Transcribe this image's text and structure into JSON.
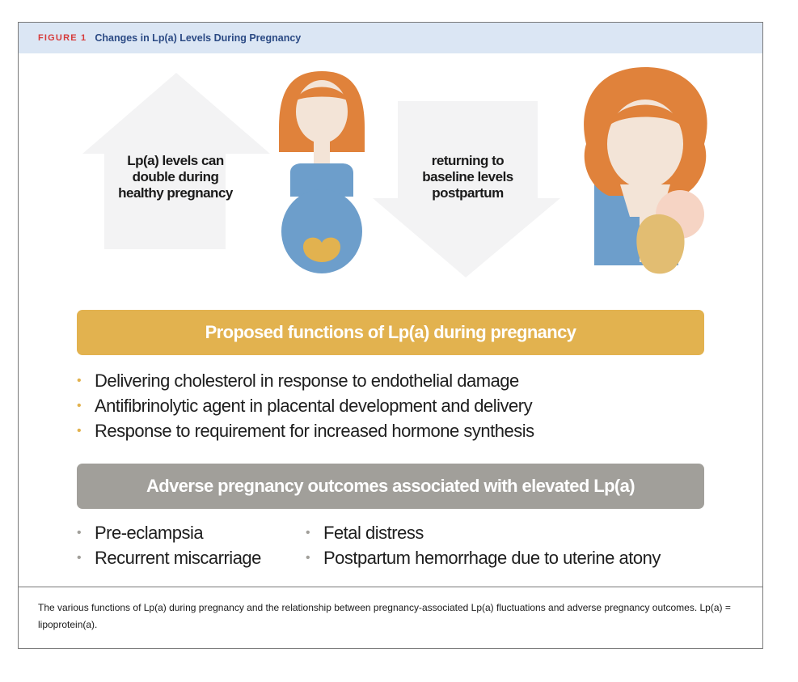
{
  "header": {
    "figure_label": "FIGURE 1",
    "title": "Changes in Lp(a) Levels During Pregnancy"
  },
  "arrows": {
    "up_lines": [
      "Lp(a) levels can",
      "double during",
      "healthy pregnancy"
    ],
    "down_lines": [
      "returning to",
      "baseline levels",
      "postpartum"
    ]
  },
  "functions": {
    "title": "Proposed functions of Lp(a) during pregnancy",
    "items": [
      "Delivering cholesterol in response to endothelial damage",
      "Antifibrinolytic agent in placental development and delivery",
      "Response to requirement for increased hormone synthesis"
    ]
  },
  "outcomes": {
    "title": "Adverse pregnancy outcomes associated with elevated Lp(a)",
    "left_items": [
      "Pre-eclampsia",
      "Recurrent miscarriage"
    ],
    "right_items": [
      "Fetal distress",
      "Postpartum hemorrhage due to uterine atony"
    ]
  },
  "caption": {
    "text": "The various functions of Lp(a) during pregnancy and the relationship between pregnancy-associated Lp(a) fluctuations and adverse pregnancy outcomes. Lp(a) = lipoprotein(a)."
  },
  "bullet_glyph": "•",
  "colors": {
    "gold": "#e2b24f",
    "gray": "#a19f9a",
    "hair": "#e0823b",
    "skin": "#f3e4d7",
    "blue": "#6d9ecb",
    "arrow": "#f3f3f4",
    "header_bg": "#dbe6f4",
    "figure_label": "#d63a3a",
    "title": "#2b4a84"
  }
}
